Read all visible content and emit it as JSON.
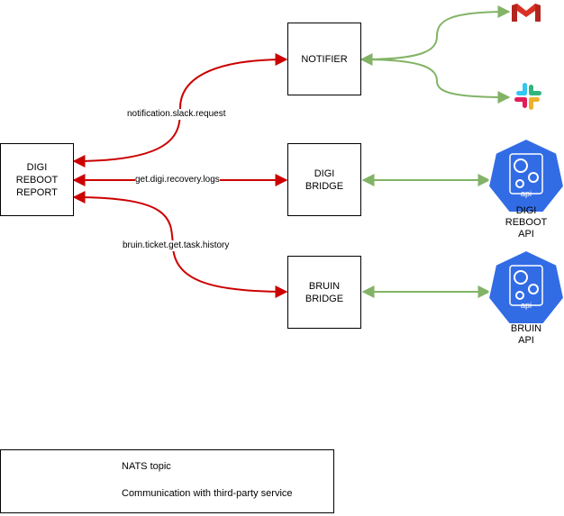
{
  "nodes": {
    "digi_reboot_report": "DIGI\nREBOOT\nREPORT",
    "notifier": "NOTIFIER",
    "digi_bridge": "DIGI\nBRIDGE",
    "bruin_bridge": "BRUIN\nBRIDGE"
  },
  "edges": {
    "notification": "notification.slack.request",
    "digi_logs": "get.digi.recovery.logs",
    "bruin_history": "bruin.ticket.get.task.history"
  },
  "services": {
    "gmail_icon": "gmail-icon",
    "slack_icon": "slack-icon",
    "api_badge": "api",
    "digi_api": "DIGI\nREBOOT\nAPI",
    "bruin_api": "BRUIN\nAPI"
  },
  "legend": {
    "nats": "NATS topic",
    "third_party": "Communication with third-party service"
  },
  "colors": {
    "nats": "#cc0000",
    "third_party": "#82b366",
    "api": "#326ce5",
    "gmail": "#d93025"
  }
}
